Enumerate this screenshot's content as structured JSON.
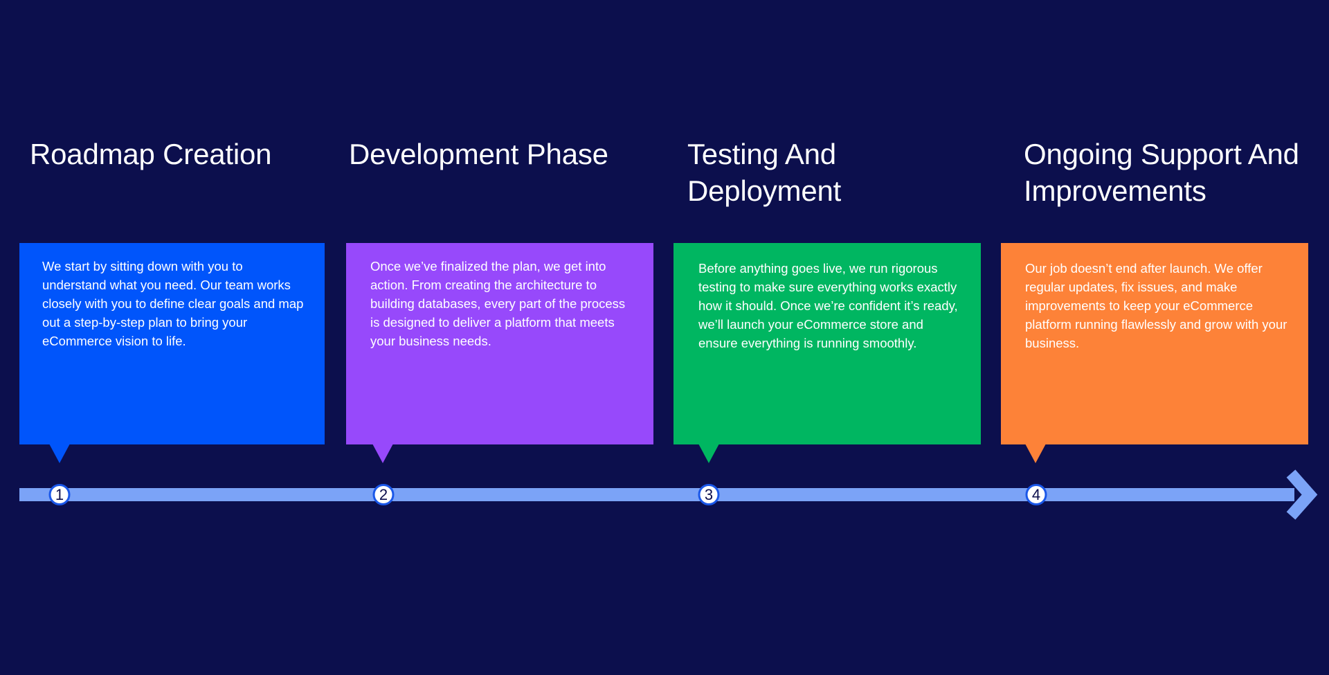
{
  "steps": [
    {
      "number": "1",
      "title": "Roadmap Creation",
      "description": "We start by sitting down with you to understand what you need. Our team works closely with you to define clear goals and map out a step-by-step plan to bring your eCommerce vision to life.",
      "color": "#0055fb"
    },
    {
      "number": "2",
      "title": "Development Phase",
      "description": "Once we’ve finalized the plan, we get into action. From creating the architecture to building databases, every part of the process is designed to deliver a platform that meets your business needs.",
      "color": "#9749fb"
    },
    {
      "number": "3",
      "title": "Testing And Deployment",
      "description": "Before anything goes live, we run rigorous testing to make sure everything works exactly how it should. Once we’re confident it’s ready, we’ll launch your eCommerce store and ensure everything is running smoothly.",
      "color": "#00b661"
    },
    {
      "number": "4",
      "title": "Ongoing Support And Improvements",
      "description": "Our job doesn’t end after launch. We offer regular updates, fix issues, and make improvements to keep your eCommerce platform running flawlessly and grow with your business.",
      "color": "#fd8238"
    }
  ],
  "timeline": {
    "line_color": "#7ba3f7",
    "background": "#0c0f4d",
    "arrow_icon": "arrow-right-icon"
  }
}
